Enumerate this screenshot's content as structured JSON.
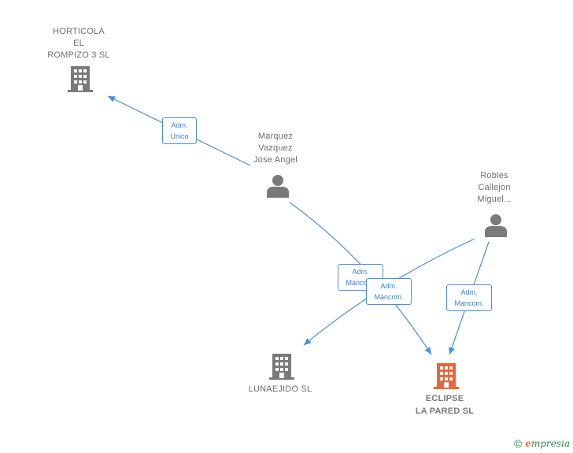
{
  "nodes": {
    "horticola": {
      "label": "HORTICOLA\nEL\nROMPIZO 3 SL",
      "kind": "company"
    },
    "marquez": {
      "label": "Marquez\nVazquez\nJose Angel",
      "kind": "person"
    },
    "robles": {
      "label": "Robles\nCallejon\nMiguel...",
      "kind": "person"
    },
    "lunaejido": {
      "label": "LUNAEJIDO SL",
      "kind": "company"
    },
    "eclipse": {
      "label": "ECLIPSE\nLA PARED SL",
      "kind": "company-main"
    }
  },
  "edge_labels": {
    "marquez_horticola": "Adm.\nUnico",
    "marquez_eclipse": "Adm.\nMancom.",
    "robles_lunaejido": "Adm.\nMancom.",
    "robles_eclipse": "Adm.\nMancom."
  },
  "colors": {
    "company_icon": "#7a7a7a",
    "person_icon": "#7a7a7a",
    "main_company_icon": "#ec6439",
    "edge": "#4a8fdc"
  },
  "footer": {
    "copyright": "©",
    "brand_initial": "e",
    "brand_rest": "mpresia"
  }
}
